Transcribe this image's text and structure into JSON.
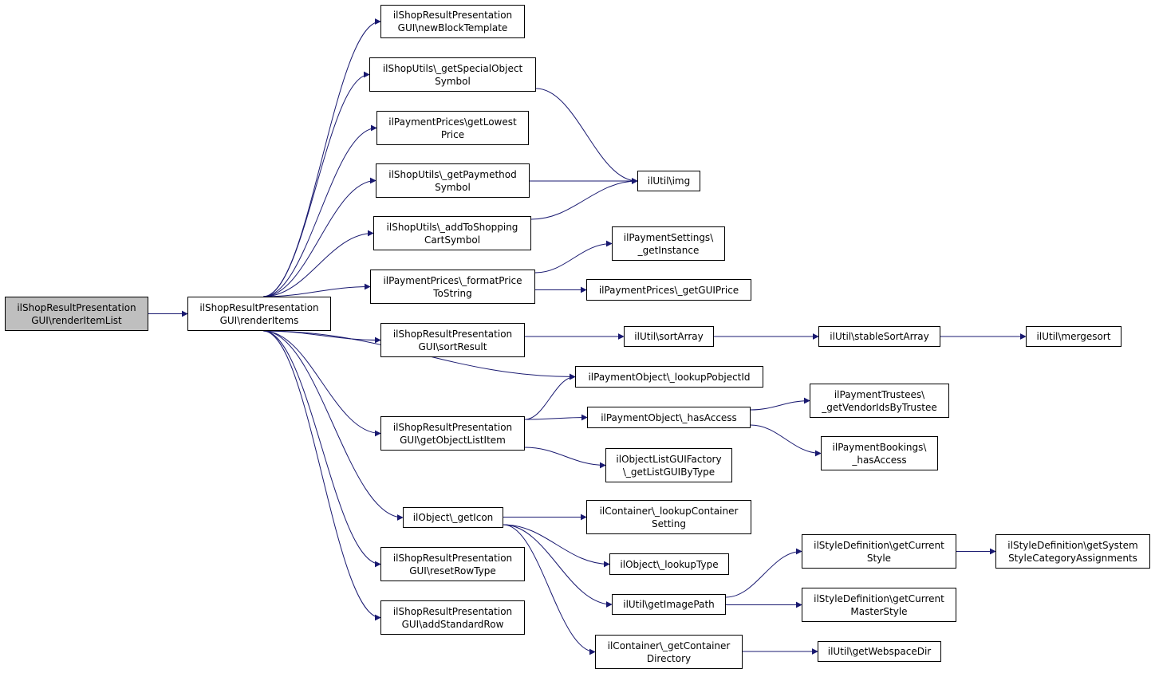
{
  "colors": {
    "edge": "#191970",
    "root_fill": "#bfbfbf",
    "node_fill": "#ffffff",
    "border": "#000000"
  },
  "nodes": {
    "n_root": {
      "label": "ilShopResultPresentation\nGUI\\renderItemList"
    },
    "n_ri": {
      "label": "ilShopResultPresentation\nGUI\\renderItems"
    },
    "n_nbt": {
      "label": "ilShopResultPresentation\nGUI\\newBlockTemplate"
    },
    "n_gso": {
      "label": "ilShopUtils\\_getSpecialObject\nSymbol"
    },
    "n_glp": {
      "label": "ilPaymentPrices\\getLowest\nPrice"
    },
    "n_gpm": {
      "label": "ilShopUtils\\_getPaymethod\nSymbol"
    },
    "n_atsc": {
      "label": "ilShopUtils\\_addToShopping\nCartSymbol"
    },
    "n_fps": {
      "label": "ilPaymentPrices\\_formatPrice\nToString"
    },
    "n_sr": {
      "label": "ilShopResultPresentation\nGUI\\sortResult"
    },
    "n_goli": {
      "label": "ilShopResultPresentation\nGUI\\getObjectListItem"
    },
    "n_gi": {
      "label": "ilObject\\_getIcon"
    },
    "n_rrt": {
      "label": "ilShopResultPresentation\nGUI\\resetRowType"
    },
    "n_asr": {
      "label": "ilShopResultPresentation\nGUI\\addStandardRow"
    },
    "n_img": {
      "label": "ilUtil\\img"
    },
    "n_psgi": {
      "label": "ilPaymentSettings\\\n_getInstance"
    },
    "n_ggp": {
      "label": "ilPaymentPrices\\_getGUIPrice"
    },
    "n_sa": {
      "label": "ilUtil\\sortArray"
    },
    "n_ssa": {
      "label": "ilUtil\\stableSortArray"
    },
    "n_ms": {
      "label": "ilUtil\\mergesort"
    },
    "n_lpo": {
      "label": "ilPaymentObject\\_lookupPobjectId"
    },
    "n_ha": {
      "label": "ilPaymentObject\\_hasAccess"
    },
    "n_gvt": {
      "label": "ilPaymentTrustees\\\n_getVendorIdsByTrustee"
    },
    "n_pbha": {
      "label": "ilPaymentBookings\\\n_hasAccess"
    },
    "n_olgf": {
      "label": "ilObjectListGUIFactory\n\\_getListGUIByType"
    },
    "n_lcs": {
      "label": "ilContainer\\_lookupContainer\nSetting"
    },
    "n_lt": {
      "label": "ilObject\\_lookupType"
    },
    "n_gip": {
      "label": "ilUtil\\getImagePath"
    },
    "n_gcd": {
      "label": "ilContainer\\_getContainer\nDirectory"
    },
    "n_gcs": {
      "label": "ilStyleDefinition\\getCurrent\nStyle"
    },
    "n_gcms": {
      "label": "ilStyleDefinition\\getCurrent\nMasterStyle"
    },
    "n_gsca": {
      "label": "ilStyleDefinition\\getSystem\nStyleCategoryAssignments"
    },
    "n_gwd": {
      "label": "ilUtil\\getWebspaceDir"
    }
  },
  "edges": [
    [
      "n_root",
      "n_ri"
    ],
    [
      "n_ri",
      "n_nbt"
    ],
    [
      "n_ri",
      "n_gso"
    ],
    [
      "n_ri",
      "n_glp"
    ],
    [
      "n_ri",
      "n_gpm"
    ],
    [
      "n_ri",
      "n_atsc"
    ],
    [
      "n_ri",
      "n_fps"
    ],
    [
      "n_ri",
      "n_sr"
    ],
    [
      "n_ri",
      "n_lpo"
    ],
    [
      "n_ri",
      "n_goli"
    ],
    [
      "n_ri",
      "n_gi"
    ],
    [
      "n_ri",
      "n_rrt"
    ],
    [
      "n_ri",
      "n_asr"
    ],
    [
      "n_gso",
      "n_img"
    ],
    [
      "n_gpm",
      "n_img"
    ],
    [
      "n_atsc",
      "n_img"
    ],
    [
      "n_fps",
      "n_psgi"
    ],
    [
      "n_fps",
      "n_ggp"
    ],
    [
      "n_sr",
      "n_sa"
    ],
    [
      "n_sa",
      "n_ssa"
    ],
    [
      "n_ssa",
      "n_ms"
    ],
    [
      "n_goli",
      "n_lpo"
    ],
    [
      "n_goli",
      "n_ha"
    ],
    [
      "n_goli",
      "n_olgf"
    ],
    [
      "n_ha",
      "n_gvt"
    ],
    [
      "n_ha",
      "n_pbha"
    ],
    [
      "n_gi",
      "n_lcs"
    ],
    [
      "n_gi",
      "n_lt"
    ],
    [
      "n_gi",
      "n_gip"
    ],
    [
      "n_gi",
      "n_gcd"
    ],
    [
      "n_gip",
      "n_gcs"
    ],
    [
      "n_gip",
      "n_gcms"
    ],
    [
      "n_gcs",
      "n_gsca"
    ],
    [
      "n_gcd",
      "n_gwd"
    ]
  ]
}
